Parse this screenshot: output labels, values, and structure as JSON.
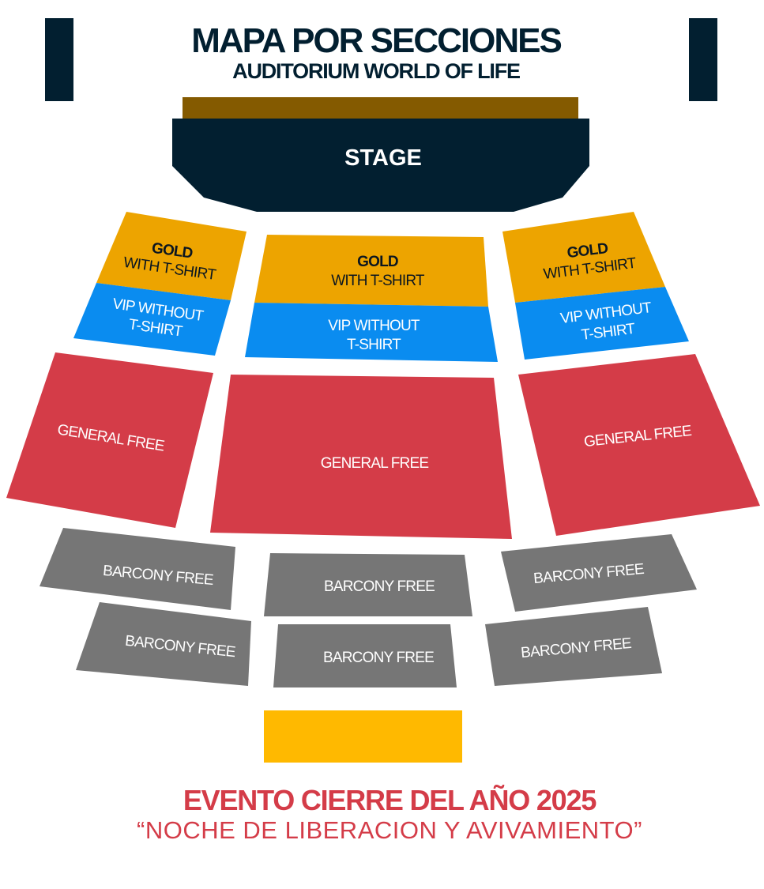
{
  "header": {
    "title": "MAPA POR SECCIONES",
    "subtitle": "AUDITORIUM WORLD OF LIFE"
  },
  "stage": {
    "label": "STAGE"
  },
  "sections": {
    "gold_left": {
      "line1": "GOLD",
      "line2": "WITH T-SHIRT"
    },
    "gold_center": {
      "line1": "GOLD",
      "line2": "WITH T-SHIRT"
    },
    "gold_right": {
      "line1": "GOLD",
      "line2": "WITH T-SHIRT"
    },
    "vip_left": {
      "line1": "VIP WITHOUT",
      "line2": "T-SHIRT"
    },
    "vip_center": {
      "line1": "VIP WITHOUT",
      "line2": "T-SHIRT"
    },
    "vip_right": {
      "line1": "VIP WITHOUT",
      "line2": "T-SHIRT"
    },
    "general_left": "GENERAL FREE",
    "general_center": "GENERAL FREE",
    "general_right": "GENERAL FREE",
    "barcony": [
      "BARCONY FREE",
      "BARCONY FREE",
      "BARCONY FREE",
      "BARCONY FREE",
      "BARCONY FREE",
      "BARCONY FREE"
    ]
  },
  "footer": {
    "event_title": "EVENTO CIERRE DEL AÑO 2025",
    "event_subtitle": "“NOCHE DE LIBERACION Y AVIVAMIENTO”"
  },
  "colors": {
    "navy": "#021f30",
    "brown": "#845a00",
    "gold": "#eda400",
    "vip": "#0a8cf0",
    "general": "#d43c48",
    "barcony": "#767676",
    "yellow": "#ffb900",
    "event_red": "#d43c48"
  }
}
